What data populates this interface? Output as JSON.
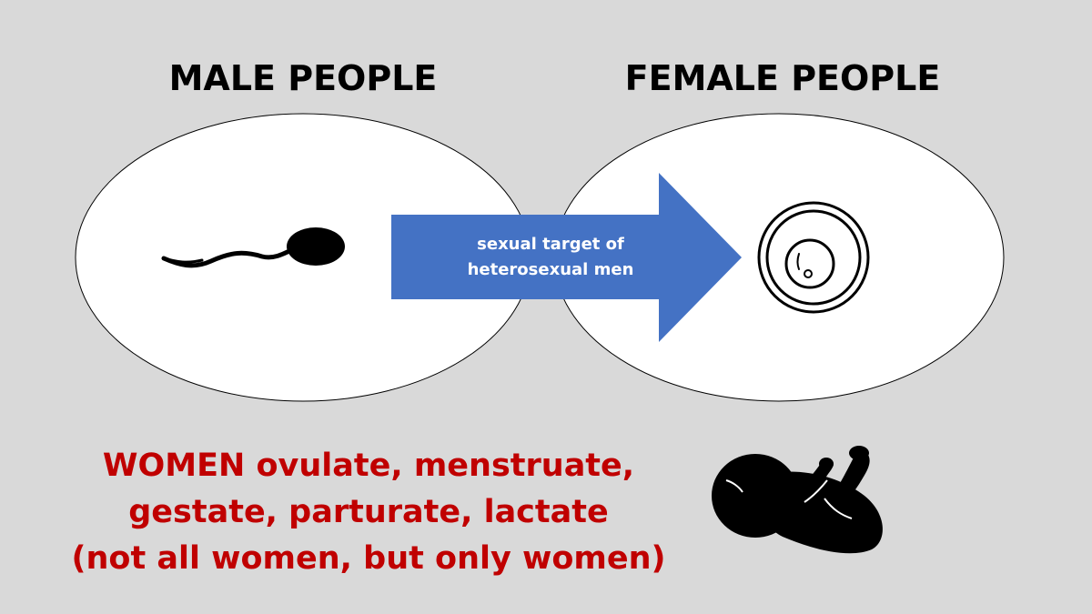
{
  "headings": {
    "male": "MALE PEOPLE",
    "female": "FEMALE PEOPLE"
  },
  "arrow": {
    "label_line1": "sexual target of",
    "label_line2": "heterosexual men"
  },
  "caption": {
    "line1": "WOMEN ovulate, menstruate,",
    "line2": "gestate, parturate, lactate",
    "line3": "(not all women, but only women)"
  },
  "icons": {
    "male_set": "sperm-icon",
    "female_set": "egg-cell-icon",
    "bottom_right": "baby-icon"
  },
  "colors": {
    "background": "#d9d9d9",
    "ellipse_fill": "#ffffff",
    "arrow_fill": "#4472c4",
    "caption_text": "#c00000",
    "heading_text": "#000000"
  }
}
